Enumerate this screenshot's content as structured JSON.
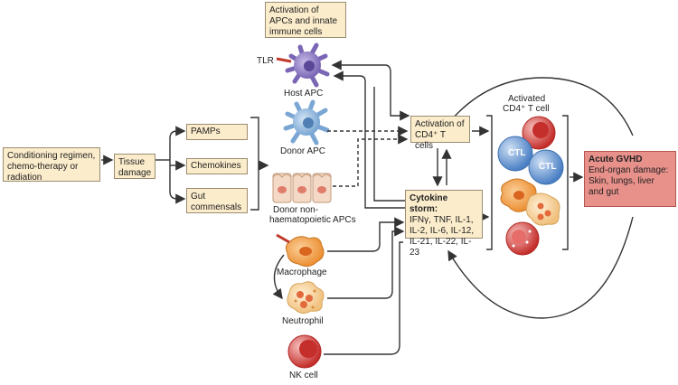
{
  "boxes": {
    "conditioning": "Conditioning regimen, chemo-therapy or radiation",
    "tissue_damage": "Tissue damage",
    "pamps": "PAMPs",
    "chemokines": "Chemokines",
    "gut_commensals": "Gut commensals",
    "activation_apcs": "Activation of APCs and innate immune cells",
    "activation_cd4": "Activation of CD4⁺ T cells",
    "cytokine_storm_title": "Cytokine storm:",
    "cytokine_storm_body": "IFNγ, TNF, IL-1, IL-2, IL-6, IL-12, IL-21, IL-22, IL-23",
    "acute_gvhd_title": "Acute GVHD",
    "acute_gvhd_body": "End-organ damage: Skin, lungs, liver and gut"
  },
  "labels": {
    "tlr": "TLR",
    "host_apc": "Host APC",
    "donor_apc": "Donor APC",
    "donor_nonhaem_line1": "Donor non-",
    "donor_nonhaem_line2": "haematopoietic APCs",
    "macrophage": "Macrophage",
    "neutrophil": "Neutrophil",
    "nk_cell": "NK cell",
    "activated_line1": "Activated",
    "activated_line2": "CD4⁺ T cell",
    "ctl_1": "CTL",
    "ctl_2": "CTL"
  },
  "colors": {
    "box_fill": "#fbeccb",
    "acute_fill": "#e8908a",
    "host_apc": "#8f7bc4",
    "donor_apc": "#8db6de",
    "cd4_red": "#d9413e",
    "ctl_blue": "#5b8fcf",
    "macrophage": "#f2a24a",
    "neutrophil": "#f6cf96",
    "arrow": "#333333"
  }
}
